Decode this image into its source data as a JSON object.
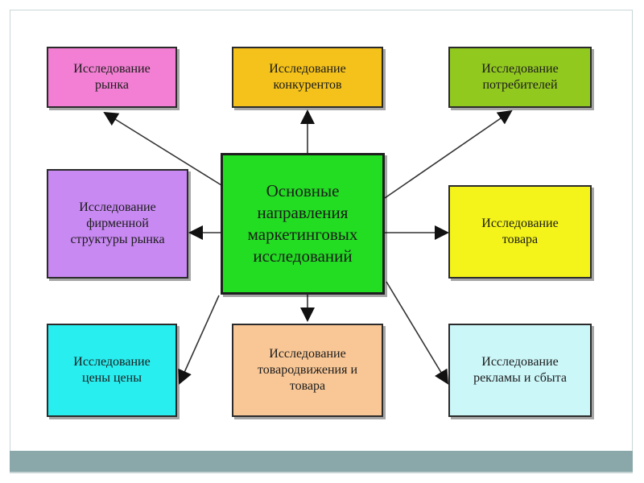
{
  "diagram": {
    "center": {
      "label": "Основные\nнаправления\nмаркетинговых\nисследований",
      "color": "#22dd22"
    },
    "boxes": {
      "market": {
        "label": "Исследование\nрынка",
        "color": "#f27fd3"
      },
      "competitors": {
        "label": "Исследование\nконкурентов",
        "color": "#f4c21a"
      },
      "consumers": {
        "label": "Исследование\nпотребителей",
        "color": "#92c91f"
      },
      "firm_structure": {
        "label": "Исследование\nфирменной\nструктуры рынка",
        "color": "#c889f2"
      },
      "goods": {
        "label": "Исследование\nтовара",
        "color": "#f4f41a"
      },
      "prices": {
        "label": "Исследование\nцены цены",
        "color": "#28eef0"
      },
      "distribution": {
        "label": "Исследование\nтовародвижения и\nтовара",
        "color": "#f9c796"
      },
      "advertising": {
        "label": "Исследование\nрекламы и сбыта",
        "color": "#ccf7f9"
      }
    }
  },
  "slide": {
    "accent_bar_color": "#8aa7a9"
  }
}
